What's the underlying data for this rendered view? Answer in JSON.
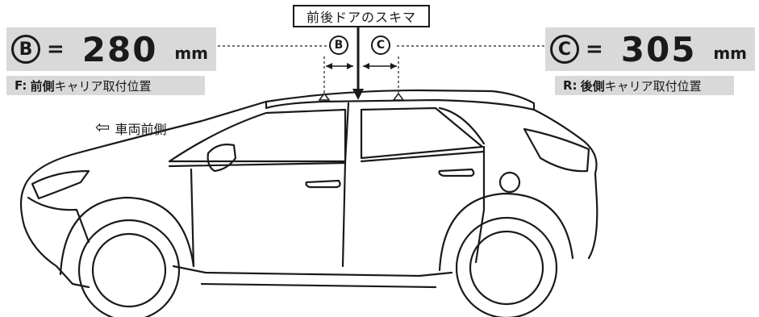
{
  "gap_label": "前後ドアのスキマ",
  "front": {
    "letter": "B",
    "equals": "=",
    "value": "280",
    "unit": "mm",
    "prefix": "F:",
    "emphasis": "前側",
    "caption_rest": "キャリア取付位置"
  },
  "rear": {
    "letter": "C",
    "equals": "=",
    "value": "305",
    "unit": "mm",
    "prefix": "R:",
    "emphasis": "後側",
    "caption_rest": "キャリア取付位置"
  },
  "roof_markers": {
    "left_letter": "B",
    "right_letter": "C"
  },
  "direction": {
    "arrow": "⇦",
    "label": "車両前側"
  },
  "colors": {
    "panel_bg": "#d9d9d9",
    "ink": "#1a1a1a"
  }
}
